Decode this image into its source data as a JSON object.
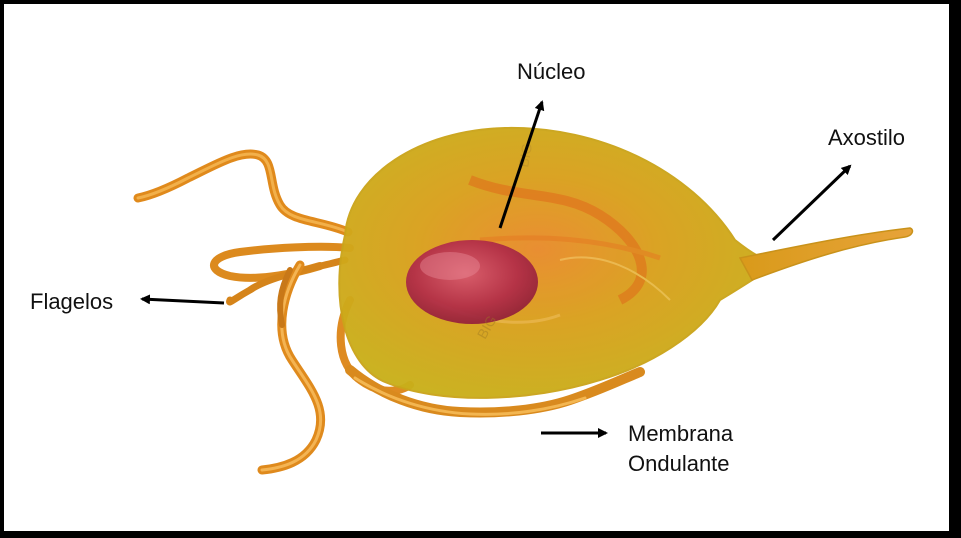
{
  "labels": {
    "nucleo": "Núcleo",
    "axostilo": "Axostilo",
    "flagelos": "Flagelos",
    "membrana_line1": "Membrana",
    "membrana_line2": "Ondulante"
  },
  "colors": {
    "frame": "#000000",
    "cell_body": "#d8a418",
    "cell_edge": "#c98a10",
    "nucleus": "#b9304a",
    "flagella": "#e08a1c",
    "arrow": "#000000"
  },
  "watermark": "BIG"
}
